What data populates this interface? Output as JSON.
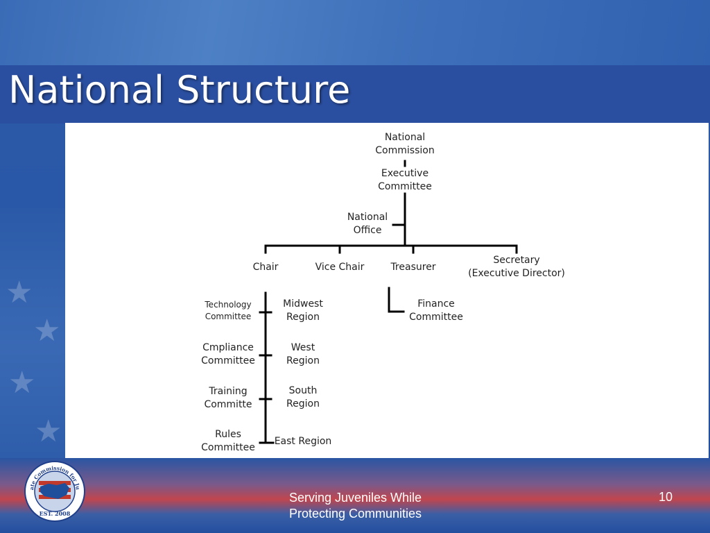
{
  "slide": {
    "title": "National Structure",
    "footer_line1": "Serving Juveniles While",
    "footer_line2": "Protecting Communities",
    "page_number": "10"
  },
  "logo": {
    "ring_text_top": "Interstate Commission for Juveniles",
    "est_text": "EST. 2008"
  },
  "org_chart": {
    "national_commission": [
      "National",
      "Commission"
    ],
    "executive_committee": [
      "Executive",
      "Committee"
    ],
    "national_office": [
      "National",
      "Office"
    ],
    "chair": "Chair",
    "vice_chair": "Vice Chair",
    "treasurer": "Treasurer",
    "secretary": [
      "Secretary",
      "(Executive Director)"
    ],
    "technology_committee": [
      "Technology",
      "Committee"
    ],
    "compliance_committee": [
      "Cmpliance",
      "Committee"
    ],
    "training_committee": [
      "Training",
      "Committe"
    ],
    "rules_committee": [
      "Rules",
      "Committee"
    ],
    "midwest_region": [
      "Midwest",
      "Region"
    ],
    "west_region": [
      "West",
      "Region"
    ],
    "south_region": [
      "South",
      "Region"
    ],
    "east_region": "East Region",
    "finance_committee": [
      "Finance",
      "Committee"
    ]
  },
  "colors": {
    "background": "#2b4fa0",
    "title_text": "#ffffff",
    "line": "#000000"
  }
}
